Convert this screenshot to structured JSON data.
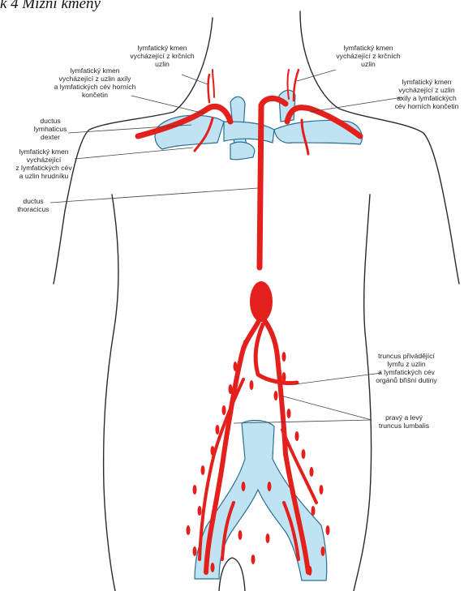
{
  "caption": "k 4 Mízní kmeny",
  "labels": {
    "neck_left": "lymfatický kmen\nvycházející z krčních\nuzlin",
    "neck_right": "lymfatický kmen\nvycházející z krčních\nuzlin",
    "axilla_left": "lymfatický kmen\nvycházející z uzlin axily\na lymfatických cév horních\nkončetin",
    "axilla_right": "lymfatický kmen\nvycházející z uzlin\naxily a lymfatických\ncév horních končetin",
    "ductus_dexter": "ductus\nlymhaticus\ndexter",
    "thoracic_trunk": "lymfatický kmen\nvycházející\nz lymfatických cév\na uzlin hrudníku",
    "ductus_thoracicus": "ductus\nthoracicus",
    "intestinal_trunk": "truncus přivádějící\nlymfu z uzlin\na lymfatických cév\norgánů břišní dutiny",
    "lumbar_trunks": "pravý a levý\ntruncus lumbalis"
  },
  "colors": {
    "lymph": "#e3201b",
    "vein_fill": "#bfe3f2",
    "vein_stroke": "#2b6f96",
    "outline": "#2a2a2a"
  }
}
